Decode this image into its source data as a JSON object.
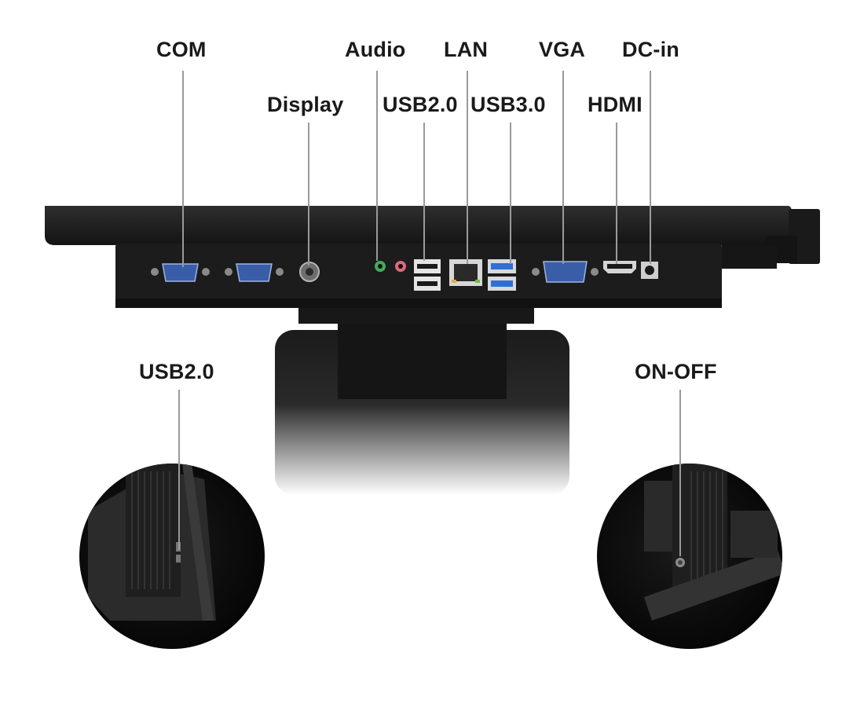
{
  "labels": {
    "com": "COM",
    "display": "Display",
    "audio": "Audio",
    "usb20_top": "USB2.0",
    "lan": "LAN",
    "usb30": "USB3.0",
    "vga": "VGA",
    "hdmi": "HDMI",
    "dc_in": "DC-in",
    "usb20_side": "USB2.0",
    "on_off": "ON-OFF"
  },
  "colors": {
    "background": "#ffffff",
    "device_body": "#1c1c1c",
    "leader_line": "#9a9a9a",
    "db9_port": "#3a5da8",
    "usb3_port": "#2f6fd6",
    "audio_green": "#3fae5a",
    "audio_pink": "#d96a80",
    "label_text": "#1a1a1a"
  }
}
